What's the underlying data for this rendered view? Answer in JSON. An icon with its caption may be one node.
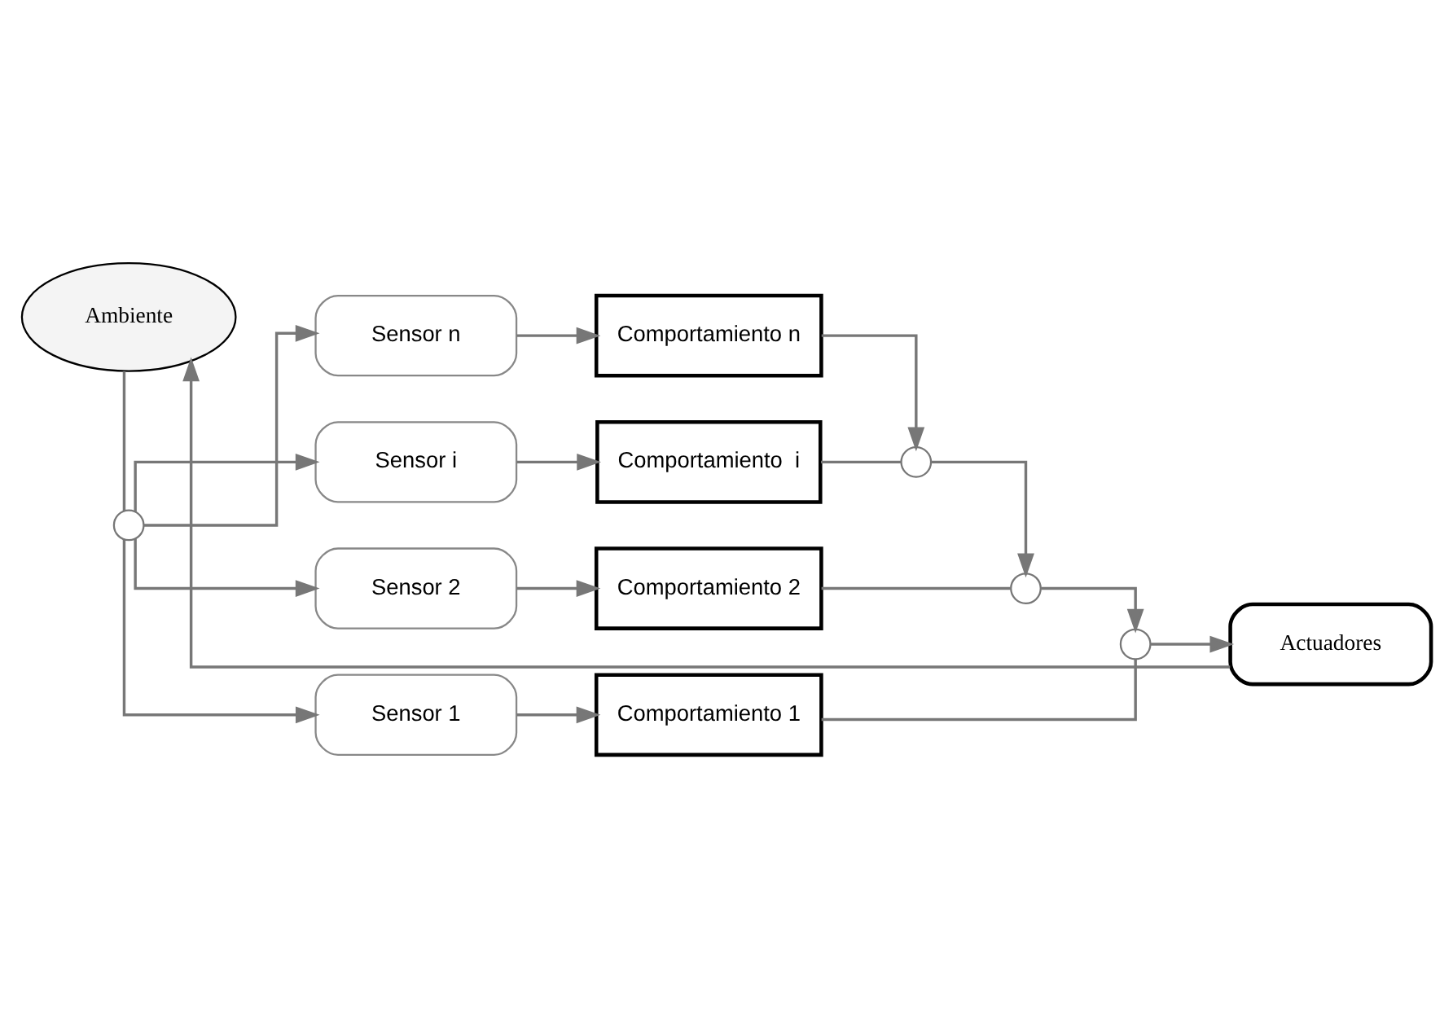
{
  "diagram": {
    "nodes": [
      {
        "text": [
          "Sensor n"
        ]
      },
      {
        "text": [
          "Sensor i"
        ]
      },
      {
        "text": [
          "Sensor 2"
        ]
      },
      {
        "text": [
          "Sensor 1"
        ]
      },
      {
        "text": [
          "Comportamiento n"
        ]
      },
      {
        "text": [
          "Comportamiento  i"
        ]
      },
      {
        "text": [
          "Comportamiento 2"
        ]
      },
      {
        "text": [
          "Comportamiento 1"
        ]
      },
      {
        "text": [
          "Actuadores"
        ]
      },
      {
        "text": [
          "Ambiente"
        ]
      },
      {
        "text": [],
        "shape": "circle"
      },
      {
        "text": [],
        "shape": "circle"
      },
      {
        "text": [],
        "shape": "circle"
      },
      {
        "text": [],
        "shape": "circle"
      }
    ],
    "edges": [
      {
        "from": 9,
        "to": 10,
        "arrow": "none"
      },
      {
        "from": 10,
        "to": 0,
        "arrow": "to"
      },
      {
        "from": 10,
        "to": 1,
        "arrow": "to"
      },
      {
        "from": 10,
        "to": 2,
        "arrow": "to"
      },
      {
        "from": 10,
        "to": 3,
        "arrow": "to"
      },
      {
        "from": 0,
        "to": 4,
        "arrow": "to"
      },
      {
        "from": 1,
        "to": 5,
        "arrow": "to"
      },
      {
        "from": 2,
        "to": 6,
        "arrow": "to"
      },
      {
        "from": 3,
        "to": 7,
        "arrow": "to"
      },
      {
        "from": 4,
        "to": 11,
        "arrow": "to"
      },
      {
        "from": 5,
        "to": 11,
        "arrow": "none"
      },
      {
        "from": 11,
        "to": 12,
        "arrow": "to"
      },
      {
        "from": 6,
        "to": 12,
        "arrow": "none"
      },
      {
        "from": 12,
        "to": 13,
        "arrow": "to"
      },
      {
        "from": 7,
        "to": 13,
        "arrow": "none"
      },
      {
        "from": 13,
        "to": 8,
        "arrow": "to"
      },
      {
        "from": 8,
        "to": 9,
        "arrow": "to"
      }
    ]
  }
}
